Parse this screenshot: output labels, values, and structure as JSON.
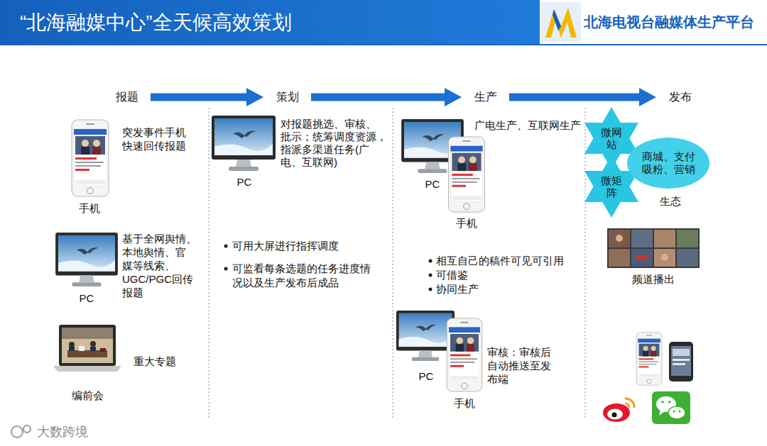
{
  "diagram": {
    "title": "“北海融媒中心”全天候高效策划",
    "nodes": [
      {
        "text": [
          "报题"
        ]
      },
      {
        "text": [
          "策划"
        ]
      },
      {
        "text": [
          "生产"
        ]
      },
      {
        "text": [
          "发布"
        ]
      },
      {
        "text": [
          "微网 站"
        ]
      },
      {
        "text": [
          "微矩 阵"
        ]
      },
      {
        "text": [
          "商城、支付 吸粉、营销"
        ]
      }
    ],
    "edges": [
      {
        "from": 0,
        "to": 1,
        "arrow": "to"
      },
      {
        "from": 1,
        "to": 2,
        "arrow": "to"
      },
      {
        "from": 2,
        "to": 3,
        "arrow": "to"
      }
    ],
    "labels": [
      "突发事件手机 快速回传报题",
      "手机",
      "基于全网舆情、 本地舆情、官 媒等线索、 UGC/PGC回传 报题",
      "PC",
      "重大专题",
      "编前会",
      "PC",
      "对报题挑选、审核、 批示；统筹调度资源， 指派多渠道任务(广 电、互联网)",
      "可用大屏进行指挥调度",
      "可监看每条选题的任务进度情 况以及生产发布后成品",
      "广电生产、互联网生产",
      "PC",
      "手机",
      "相互自己的稿件可见可引用",
      "可借鉴",
      "协同生产",
      "审核：审核后 自动推送至发 布端",
      "PC",
      "手机",
      "生态",
      "频道播出",
      "北海电视台融媒体生产平台",
      "大数跨境"
    ]
  }
}
